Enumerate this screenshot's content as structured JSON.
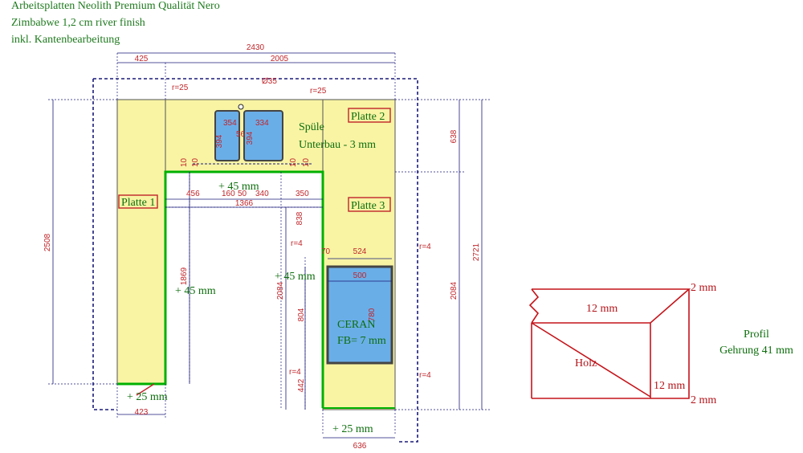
{
  "header": {
    "line1": "Arbeitsplatten Neolith Premium Qualität Nero",
    "line2": "Zimbabwe 1,2 cm river finish",
    "line3": "inkl. Kantenbearbeitung"
  },
  "plates": {
    "p1": "Platte 1",
    "p2": "Platte 2",
    "p3": "Platte 3"
  },
  "labels": {
    "spuele": "Spüle",
    "unterbau": "Unterbau - 3 mm",
    "ceran": "CERAN",
    "fb": "FB= 7 mm",
    "plus45_top": "+ 45 mm",
    "plus45_left": "+ 45 mm",
    "plus45_mid": "+ 45 mm",
    "plus25_left": "+ 25 mm",
    "plus25_right": "+ 25 mm"
  },
  "dims": {
    "d2430": "2430",
    "d425": "425",
    "d2005": "2005",
    "r25a": "r=25",
    "r25b": "r=25",
    "o35": "Ø35",
    "d354": "354",
    "d394a": "394",
    "d56": "56",
    "d334": "334",
    "d394b": "394",
    "d10a": "10",
    "d10b": "10",
    "d10c": "10",
    "d10d": "10",
    "d456": "456",
    "d160": "160",
    "d50": "50",
    "d340": "340",
    "d350": "350",
    "d1366": "1366",
    "d838": "838",
    "r4a": "r=4",
    "r4b": "r=4",
    "r4c": "r=4",
    "r4d": "r=4",
    "d70": "70",
    "d524": "524",
    "d500": "500",
    "d780": "780",
    "d804": "804",
    "d442": "442",
    "d2084a": "2084",
    "d2084b": "2084",
    "d1869": "1869",
    "d2508": "2508",
    "d638": "638",
    "d2721": "2721",
    "d423": "423",
    "d636": "636"
  },
  "profile": {
    "title": "Profil",
    "subtitle": "Gehrung 41 mm",
    "t12a": "12 mm",
    "t12b": "12 mm",
    "t2a": "2 mm",
    "t2b": "2 mm",
    "holz": "Holz"
  },
  "colors": {
    "plate_fill": "#f8f4a4",
    "sink_fill": "#6aaee8",
    "edge_green": "#00b000",
    "dim_red": "#c0252a",
    "outline_blue": "#1a1a7a",
    "profile_red": "#c4141a"
  }
}
